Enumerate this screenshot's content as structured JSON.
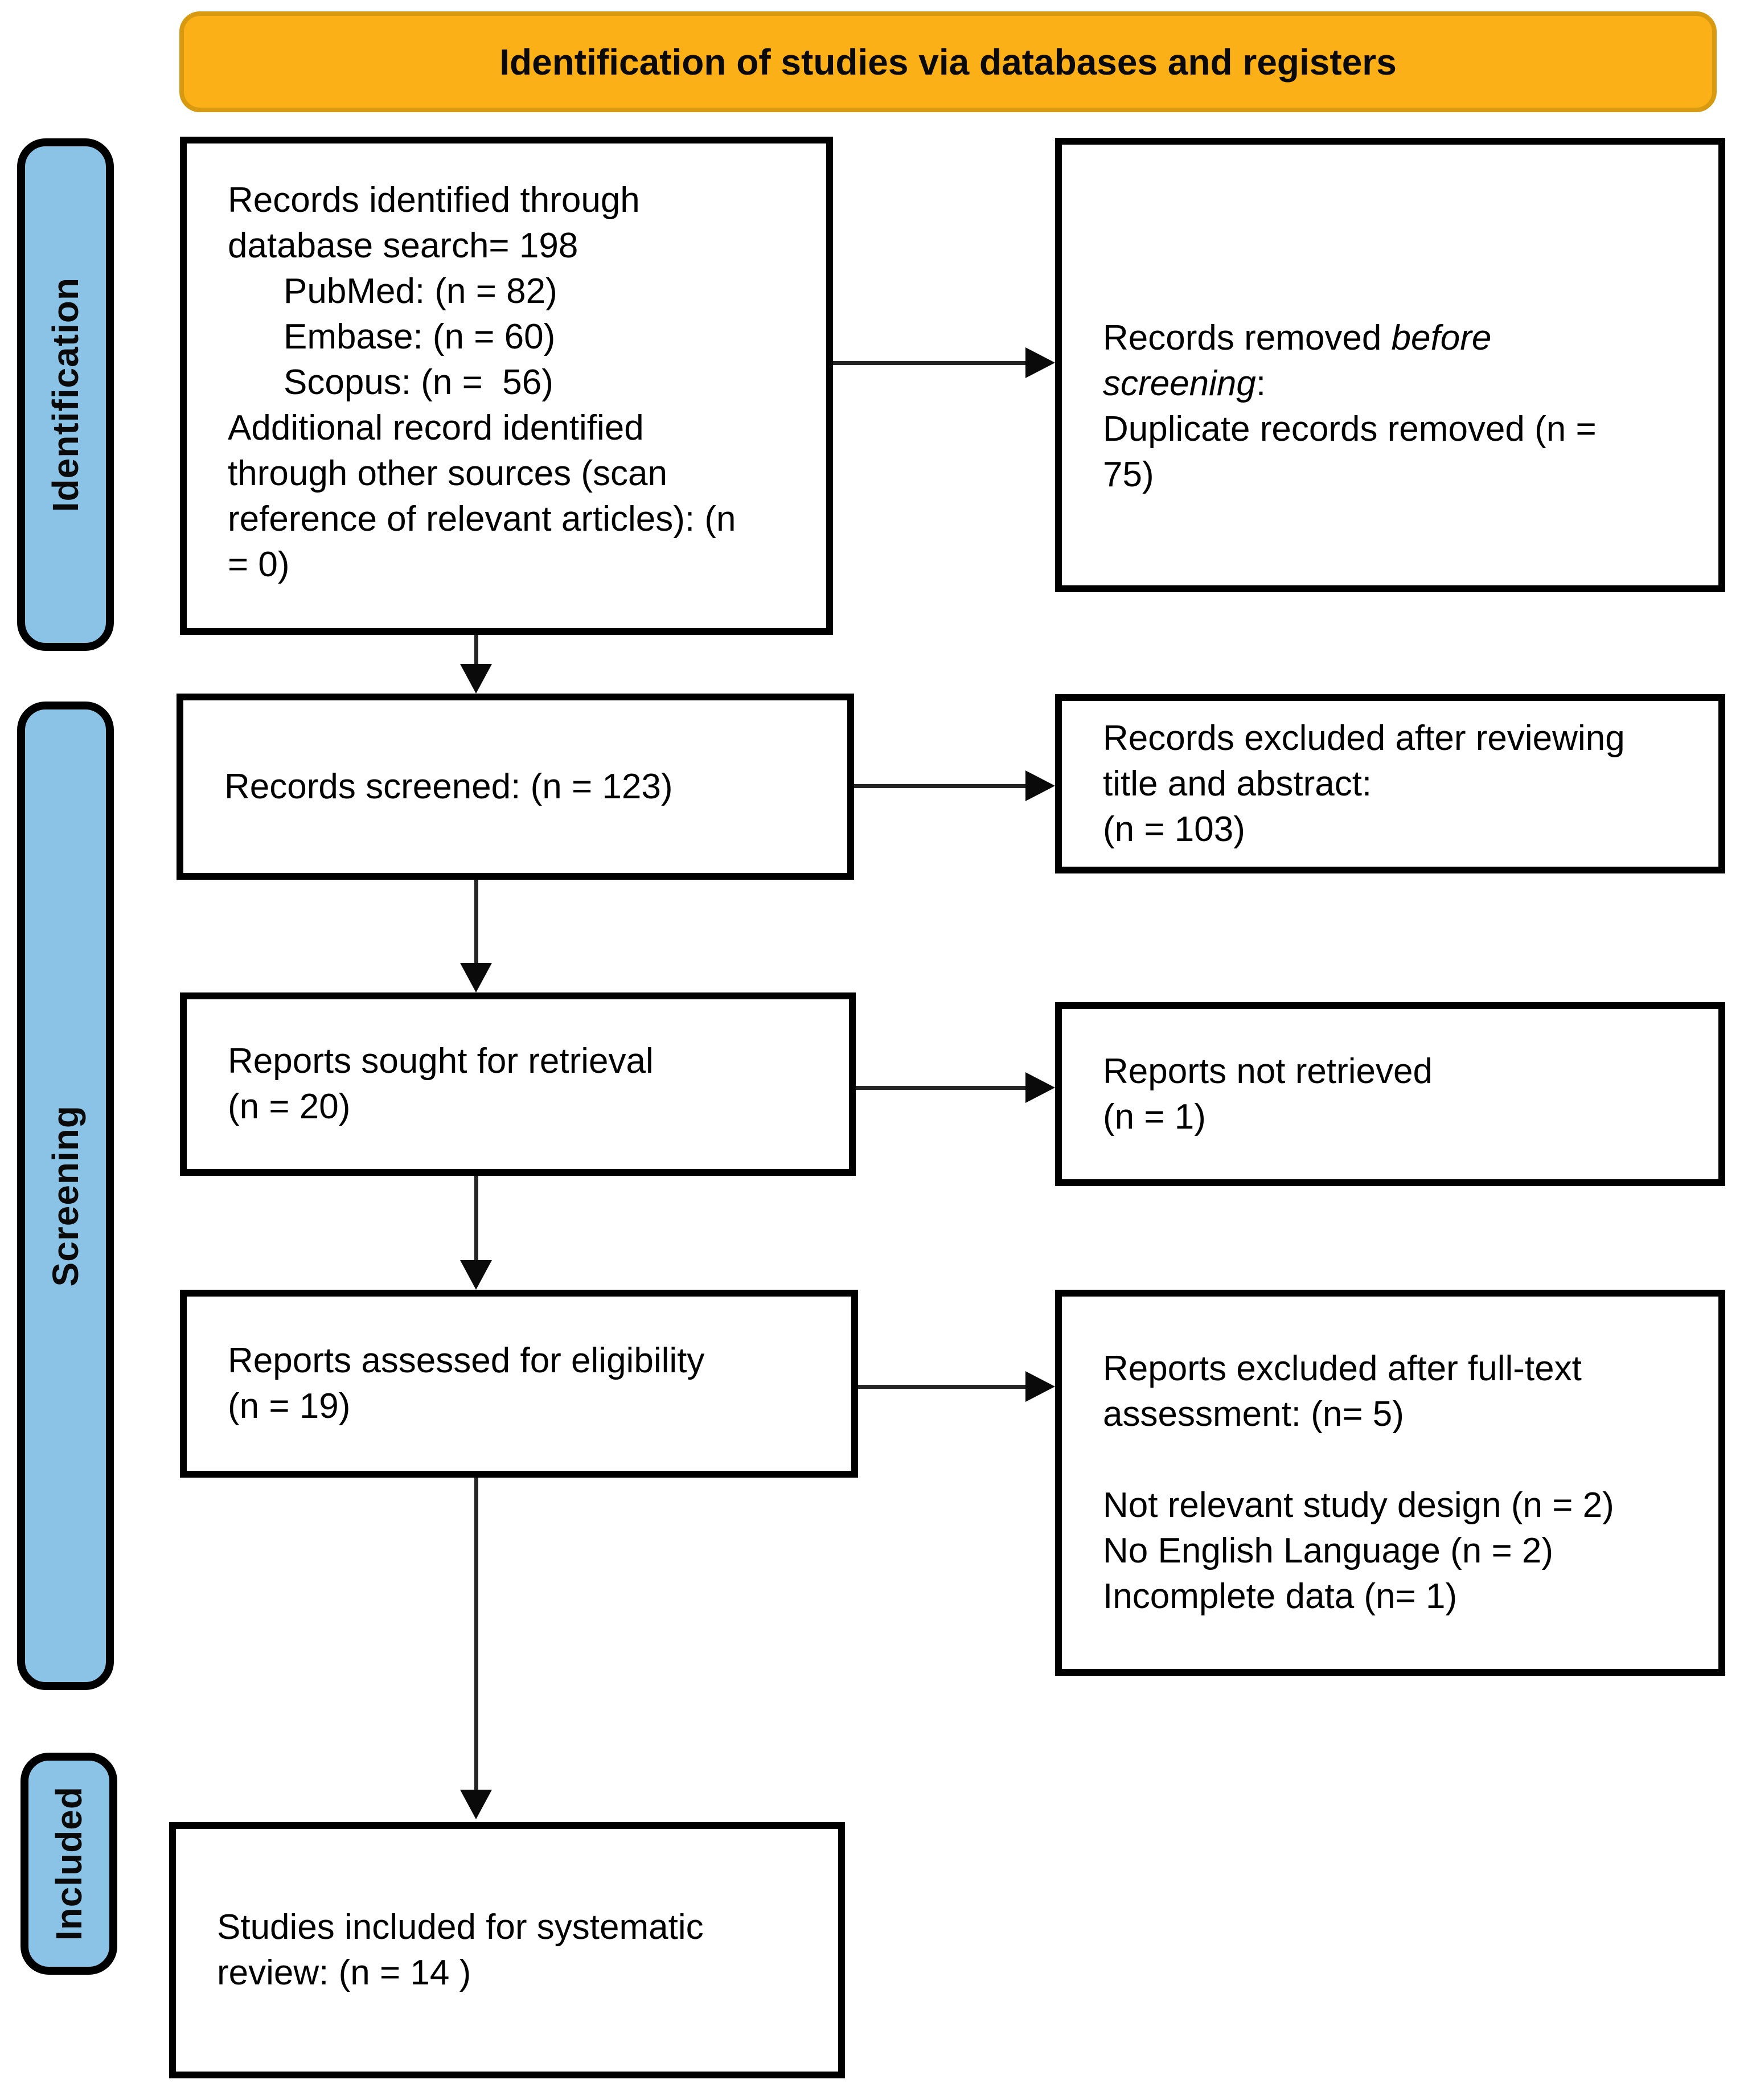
{
  "banner": {
    "title": "Identification of studies via databases and registers"
  },
  "stages": [
    {
      "label": "Identification"
    },
    {
      "label": "Screening"
    },
    {
      "label": "Included"
    }
  ],
  "boxes": {
    "identified": {
      "lines": [
        "Records identified through",
        "database search= 198",
        "PubMed: (n = 82)",
        "Embase: (n = 60)",
        "Scopus: (n =  56)",
        "Additional record identified",
        "through other sources (scan",
        "reference of relevant articles): (n",
        "= 0)"
      ]
    },
    "removed": {
      "line1_text": "Records removed ",
      "line1_italic": "before",
      "line2_italic": "screening",
      "line2_text": ":",
      "line3": "Duplicate records removed (n =",
      "line4": "75)"
    },
    "screened": {
      "lines": [
        "Records screened: (n = 123)"
      ]
    },
    "excluded_title_abstract": {
      "lines": [
        "Records excluded after reviewing",
        "title and abstract:",
        "(n = 103)"
      ]
    },
    "sought": {
      "lines": [
        "Reports sought for retrieval",
        "(n = 20)"
      ]
    },
    "not_retrieved": {
      "lines": [
        "Reports not retrieved",
        "(n = 1)"
      ]
    },
    "assessed": {
      "lines": [
        "Reports assessed for eligibility",
        "(n = 19)"
      ]
    },
    "excluded_fulltext": {
      "lines": [
        "Reports excluded after full-text",
        "assessment: (n= 5)",
        "",
        "Not relevant study design (n = 2)",
        "No English Language (n = 2)",
        "Incomplete data (n= 1)"
      ]
    },
    "included_final": {
      "lines": [
        "Studies included for systematic",
        "review: (n = 14 )"
      ]
    }
  },
  "colors": {
    "banner_fill": "#FCB017",
    "banner_border": "#D79A10",
    "stage_fill": "#8AC3E6",
    "line_color": "#262626"
  }
}
